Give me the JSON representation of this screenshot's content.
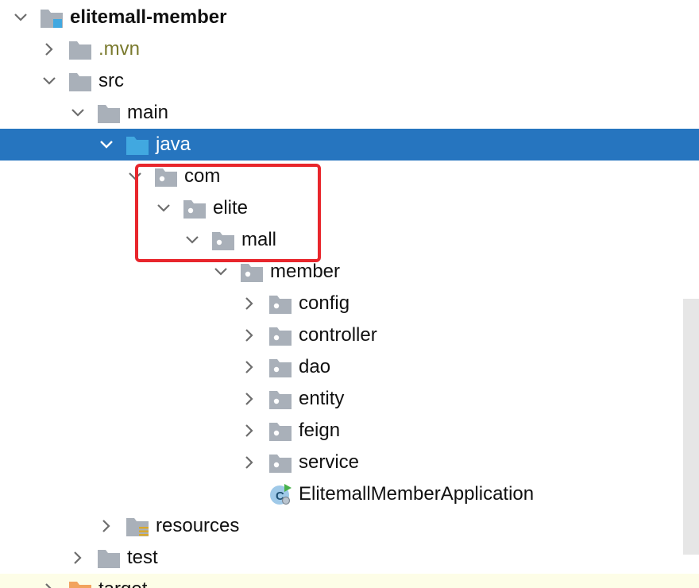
{
  "project_tree": {
    "colors": {
      "selection": "#2675bf",
      "folder": "#a9b0b9",
      "source_folder": "#41a8e0",
      "excluded_folder": "#f2a35e",
      "annotation_box": "#e8262c"
    },
    "items": [
      {
        "label": "elitemall-member",
        "icon": "module-folder-icon",
        "expanded": true,
        "bold": true
      },
      {
        "label": ".mvn",
        "icon": "folder-icon",
        "expanded": false
      },
      {
        "label": "src",
        "icon": "folder-icon",
        "expanded": true
      },
      {
        "label": "main",
        "icon": "folder-icon",
        "expanded": true
      },
      {
        "label": "java",
        "icon": "source-root-folder-icon",
        "expanded": true,
        "selected": true
      },
      {
        "label": "com",
        "icon": "package-icon",
        "expanded": true
      },
      {
        "label": "elite",
        "icon": "package-icon",
        "expanded": true
      },
      {
        "label": "mall",
        "icon": "package-icon",
        "expanded": true
      },
      {
        "label": "member",
        "icon": "package-icon",
        "expanded": true
      },
      {
        "label": "config",
        "icon": "package-icon",
        "expanded": false
      },
      {
        "label": "controller",
        "icon": "package-icon",
        "expanded": false
      },
      {
        "label": "dao",
        "icon": "package-icon",
        "expanded": false
      },
      {
        "label": "entity",
        "icon": "package-icon",
        "expanded": false
      },
      {
        "label": "feign",
        "icon": "package-icon",
        "expanded": false
      },
      {
        "label": "service",
        "icon": "package-icon",
        "expanded": false
      },
      {
        "label": "ElitemallMemberApplication",
        "icon": "spring-boot-class-icon"
      },
      {
        "label": "resources",
        "icon": "resources-folder-icon",
        "expanded": false
      },
      {
        "label": "test",
        "icon": "folder-icon",
        "expanded": false
      },
      {
        "label": "target",
        "icon": "excluded-folder-icon",
        "expanded": false
      }
    ]
  }
}
